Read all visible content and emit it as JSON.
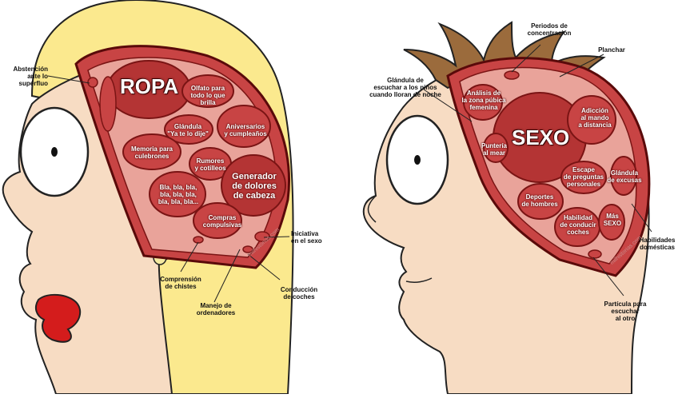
{
  "colors": {
    "skin": "#f7dcc3",
    "hair_blonde": "#fbe98e",
    "hair_brown": "#9b6b3c",
    "brain_dark": "#7a1414",
    "brain_mid": "#c84444",
    "brain_light": "#e9a39a",
    "lips": "#d41c1c"
  },
  "female": {
    "big_label": "ROPA",
    "outside_labels": {
      "abstencion": "Abstención\nante lo supérfluo",
      "iniciativa": "Iniciativa\nen el sexo",
      "conduccion": "Conducción\nde coches",
      "manejo": "Manejo de\nordenadores",
      "comprension": "Comprensión\nde chistes"
    },
    "inside_labels": {
      "olfato": "Olfato para\ntodo lo que brilla",
      "glandula": "Glándula\n\"Ya te lo dije\"",
      "aniversarios": "Aniversarios\ny cumpleaños",
      "memoria": "Memoria para\nculebrones",
      "rumores": "Rumores\ny cotilleos",
      "generador": "Generador\nde dolores\nde cabeza",
      "blabla": "Bla, bla, bla,\nbla, bla, bla,\nbla, bla, bla...",
      "compras": "Compras\ncompulsivas"
    },
    "watermark": "milhistorias.com"
  },
  "male": {
    "big_label": "SEXO",
    "outside_labels": {
      "periodos": "Periodos de\nconcentración",
      "planchar": "Planchar",
      "glandula_ninos": "Glándula de\nescuchar a los niños\ncuando lloran de noche",
      "habilidades": "Habilidades\ndomésticas",
      "particula": "Partícula para\nescuchar\nal otro"
    },
    "inside_labels": {
      "analisis": "Análisis de\nla zona púbica\nfemenina",
      "punteria": "Puntería\nal mear",
      "adiccion": "Adicción\nal mando\na distancia",
      "escape": "Escape\nde preguntas\npersonales",
      "glandula_excusas": "Glándula\nde excusas",
      "deportes": "Deportes\nde hombres",
      "conducir": "Habilidad\nde conducir\ncoches",
      "mas_sexo": "Más\nSEXO"
    },
    "watermark": "milhistorias.com"
  }
}
